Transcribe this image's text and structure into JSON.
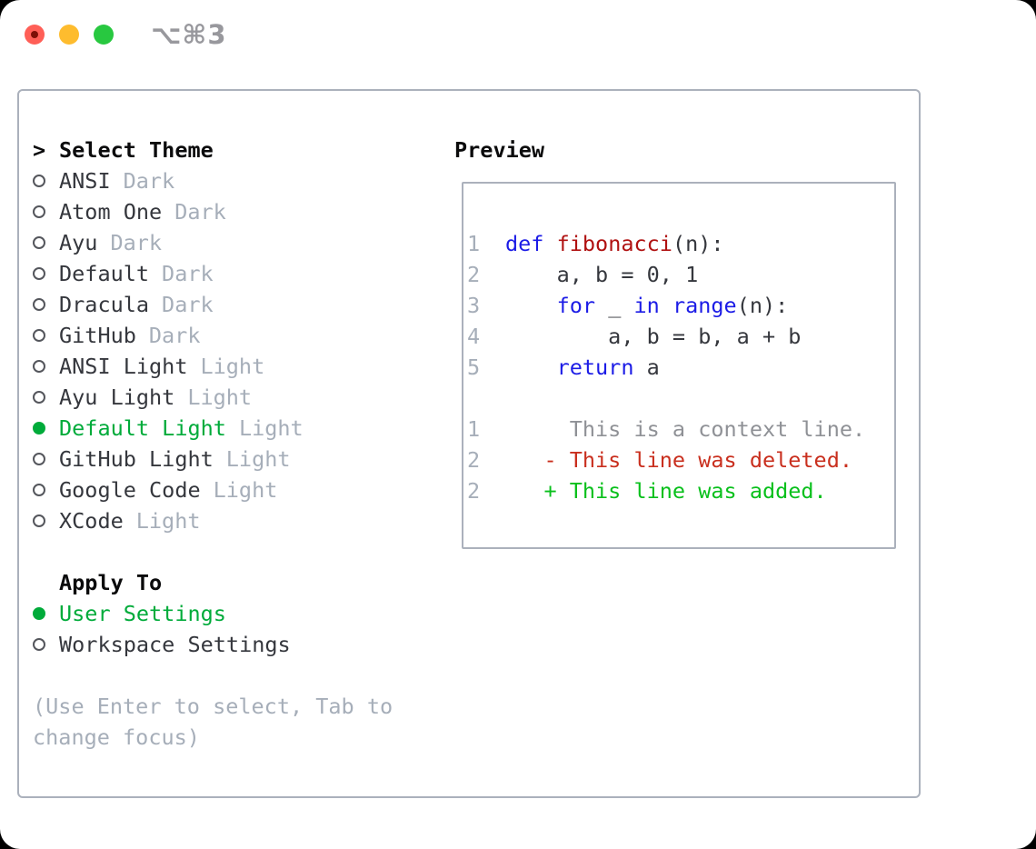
{
  "titlebar": {
    "shortcut_label": "⌥⌘3",
    "buttons": [
      "close-button",
      "minimize-button",
      "zoom-button"
    ]
  },
  "theme_panel": {
    "prompt": ">",
    "title": "Select Theme",
    "themes": [
      {
        "name": "ANSI",
        "variant": "Dark",
        "selected": false
      },
      {
        "name": "Atom One",
        "variant": "Dark",
        "selected": false
      },
      {
        "name": "Ayu",
        "variant": "Dark",
        "selected": false
      },
      {
        "name": "Default",
        "variant": "Dark",
        "selected": false
      },
      {
        "name": "Dracula",
        "variant": "Dark",
        "selected": false
      },
      {
        "name": "GitHub",
        "variant": "Dark",
        "selected": false
      },
      {
        "name": "ANSI Light",
        "variant": "Light",
        "selected": false
      },
      {
        "name": "Ayu Light",
        "variant": "Light",
        "selected": false
      },
      {
        "name": "Default Light",
        "variant": "Light",
        "selected": true
      },
      {
        "name": "GitHub Light",
        "variant": "Light",
        "selected": false
      },
      {
        "name": "Google Code",
        "variant": "Light",
        "selected": false
      },
      {
        "name": "XCode",
        "variant": "Light",
        "selected": false
      }
    ],
    "apply_to": {
      "title": "Apply To",
      "options": [
        {
          "label": "User Settings",
          "selected": true
        },
        {
          "label": "Workspace Settings",
          "selected": false
        }
      ]
    },
    "help_text": "(Use Enter to select, Tab to change focus)"
  },
  "preview": {
    "title": "Preview",
    "code_lines": [
      {
        "num": "1",
        "segments": [
          {
            "text": "def",
            "style": "keyword"
          },
          {
            "text": " "
          },
          {
            "text": "fibonacci",
            "style": "function"
          },
          {
            "text": "(n):"
          }
        ]
      },
      {
        "num": "2",
        "segments": [
          {
            "text": "    a, b = 0, 1"
          }
        ]
      },
      {
        "num": "3",
        "segments": [
          {
            "text": "    "
          },
          {
            "text": "for",
            "style": "keyword"
          },
          {
            "text": " _ "
          },
          {
            "text": "in",
            "style": "keyword"
          },
          {
            "text": " "
          },
          {
            "text": "range",
            "style": "keyword"
          },
          {
            "text": "(n):"
          }
        ]
      },
      {
        "num": "4",
        "segments": [
          {
            "text": "        a, b = b, a + b"
          }
        ]
      },
      {
        "num": "5",
        "segments": [
          {
            "text": "    "
          },
          {
            "text": "return",
            "style": "keyword"
          },
          {
            "text": " a"
          }
        ]
      }
    ],
    "diff_lines": [
      {
        "num": "1",
        "text": "     This is a context line.",
        "kind": "context"
      },
      {
        "num": "2",
        "text": "   - This line was deleted.",
        "kind": "deleted"
      },
      {
        "num": "2",
        "text": "   + This line was added.",
        "kind": "added"
      }
    ]
  },
  "colors": {
    "accent_green": "#00ab3a",
    "added_green": "#09c01c",
    "deleted_red": "#c92f1e",
    "keyword_blue": "#1c1ce6",
    "function_red": "#b01111",
    "context_gray": "#8f9196",
    "muted_gray": "#a6aeb9",
    "text_dark": "#35373d",
    "border_gray": "#abb1bc",
    "traffic_red": "#ff5f57",
    "traffic_yellow": "#febc2e",
    "traffic_green": "#28c840"
  }
}
